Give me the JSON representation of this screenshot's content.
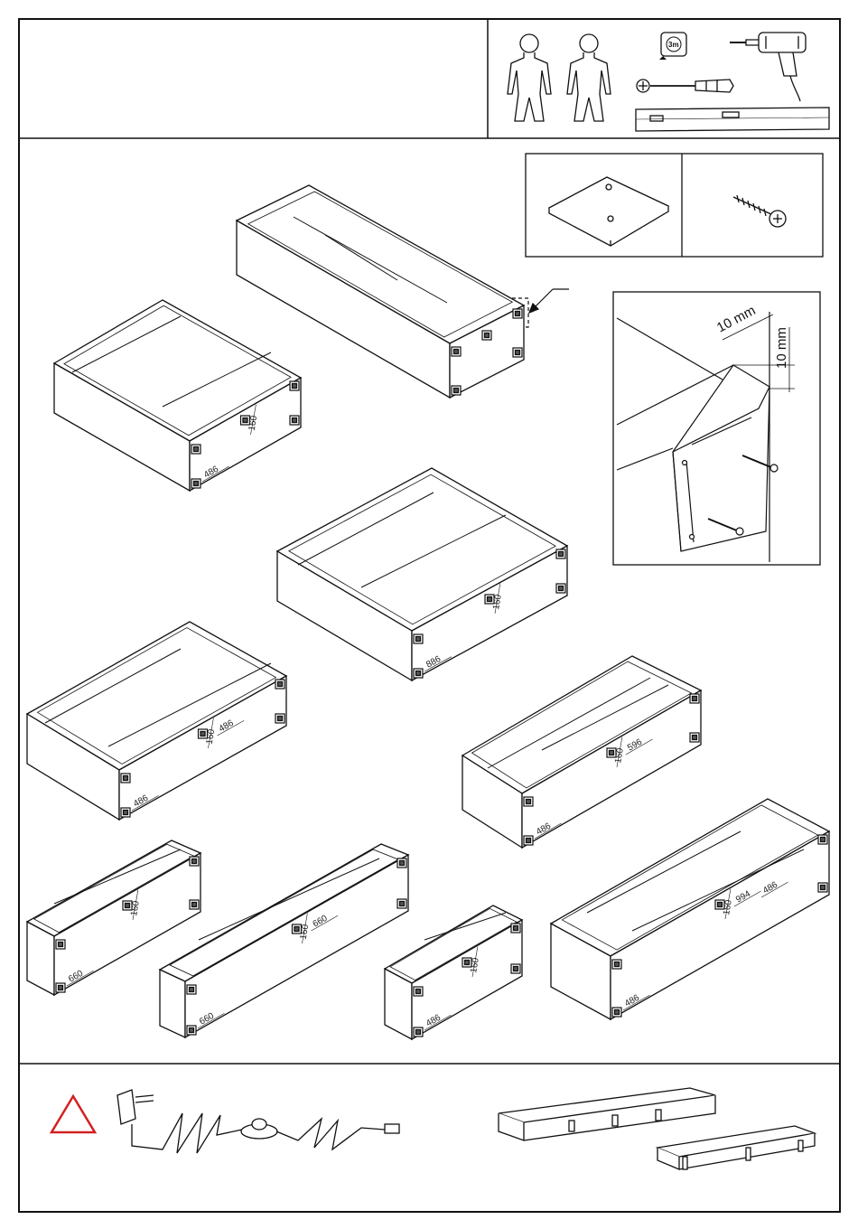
{
  "tools": {
    "people_count": 2,
    "tape_label": "3m",
    "items": [
      "person-icon",
      "person-icon",
      "tape-measure-icon",
      "drill-icon",
      "screwdriver-icon",
      "spirit-level-icon"
    ]
  },
  "hardware": [
    "mounting-bracket-icon",
    "screw-icon"
  ],
  "detail": {
    "offset_x": "10 mm",
    "offset_y": "10 mm"
  },
  "cabinets": [
    {
      "id": "c1",
      "dims": []
    },
    {
      "id": "c2",
      "dims": [
        "486",
        "160"
      ]
    },
    {
      "id": "c3",
      "dims": [
        "886",
        "160"
      ]
    },
    {
      "id": "c4",
      "dims": [
        "486",
        "160",
        "486"
      ]
    },
    {
      "id": "c5",
      "dims": [
        "486",
        "160",
        "596"
      ]
    },
    {
      "id": "c6",
      "dims": [
        "660",
        "160"
      ]
    },
    {
      "id": "c7",
      "dims": [
        "660",
        "160",
        "660"
      ]
    },
    {
      "id": "c8",
      "dims": [
        "486",
        "160"
      ]
    },
    {
      "id": "c9",
      "dims": [
        "486",
        "160",
        "994",
        "486"
      ]
    }
  ],
  "warning": {
    "color": "#d22020",
    "icon": "warning-triangle-icon"
  }
}
